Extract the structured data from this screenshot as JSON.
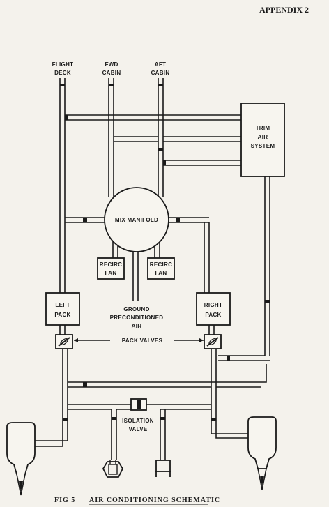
{
  "header": {
    "appendix": "APPENDIX 2"
  },
  "labels": {
    "flight_deck": [
      "FLIGHT",
      "DECK"
    ],
    "fwd_cabin": [
      "FWD",
      "CABIN"
    ],
    "aft_cabin": [
      "AFT",
      "CABIN"
    ],
    "trim_air": [
      "TRIM",
      "AIR",
      "SYSTEM"
    ],
    "mix_manifold": "MIX MANIFOLD",
    "recirc_fan_left": [
      "RECIRC",
      "FAN"
    ],
    "recirc_fan_right": [
      "RECIRC",
      "FAN"
    ],
    "left_pack": [
      "LEFT",
      "PACK"
    ],
    "right_pack": [
      "RIGHT",
      "PACK"
    ],
    "ground_air": [
      "GROUND",
      "PRECONDITIONED",
      "AIR"
    ],
    "pack_valves": "PACK VALVES",
    "isolation_valve": [
      "ISOLATION",
      "VALVE"
    ]
  },
  "caption": {
    "fig": "FIG 5",
    "title": "AIR CONDITIONING SCHEMATIC"
  }
}
